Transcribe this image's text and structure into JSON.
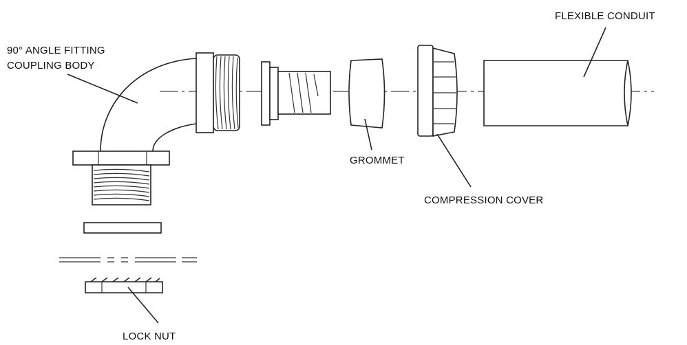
{
  "labels": {
    "elbow_line1": "90° ANGLE FITTING",
    "elbow_line2": "COUPLING BODY",
    "conduit": "FLEXIBLE CONDUIT",
    "grommet": "GROMMET",
    "compression_cover": "COMPRESSION COVER",
    "lock_nut": "LOCK NUT"
  }
}
